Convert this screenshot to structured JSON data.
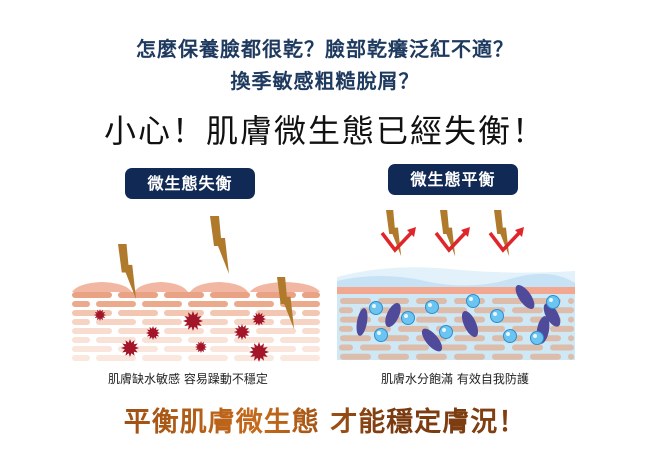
{
  "header": {
    "line1": "怎麼保養臉都很乾？臉部乾癢泛紅不適？",
    "line2": "換季敏感粗糙脫屑？",
    "headline": "小心！肌膚微生態已經失衡！"
  },
  "panels": [
    {
      "badge": "微生態失衡",
      "caption": "肌膚缺水敏感 容易躁動不穩定"
    },
    {
      "badge": "微生態平衡",
      "caption": "肌膚水分飽滿 有效自我防護"
    }
  ],
  "footer": {
    "slogan": "平衡肌膚微生態 才能穩定膚況！"
  },
  "colors": {
    "navy": "#102a55",
    "headline_blue": "#1f3a5f",
    "bolt": "#b07a2c",
    "bacteria": "#a3162a",
    "check": "#e0262a",
    "bubble": "#6cc4f0",
    "microbe": "#4f4a9a"
  }
}
